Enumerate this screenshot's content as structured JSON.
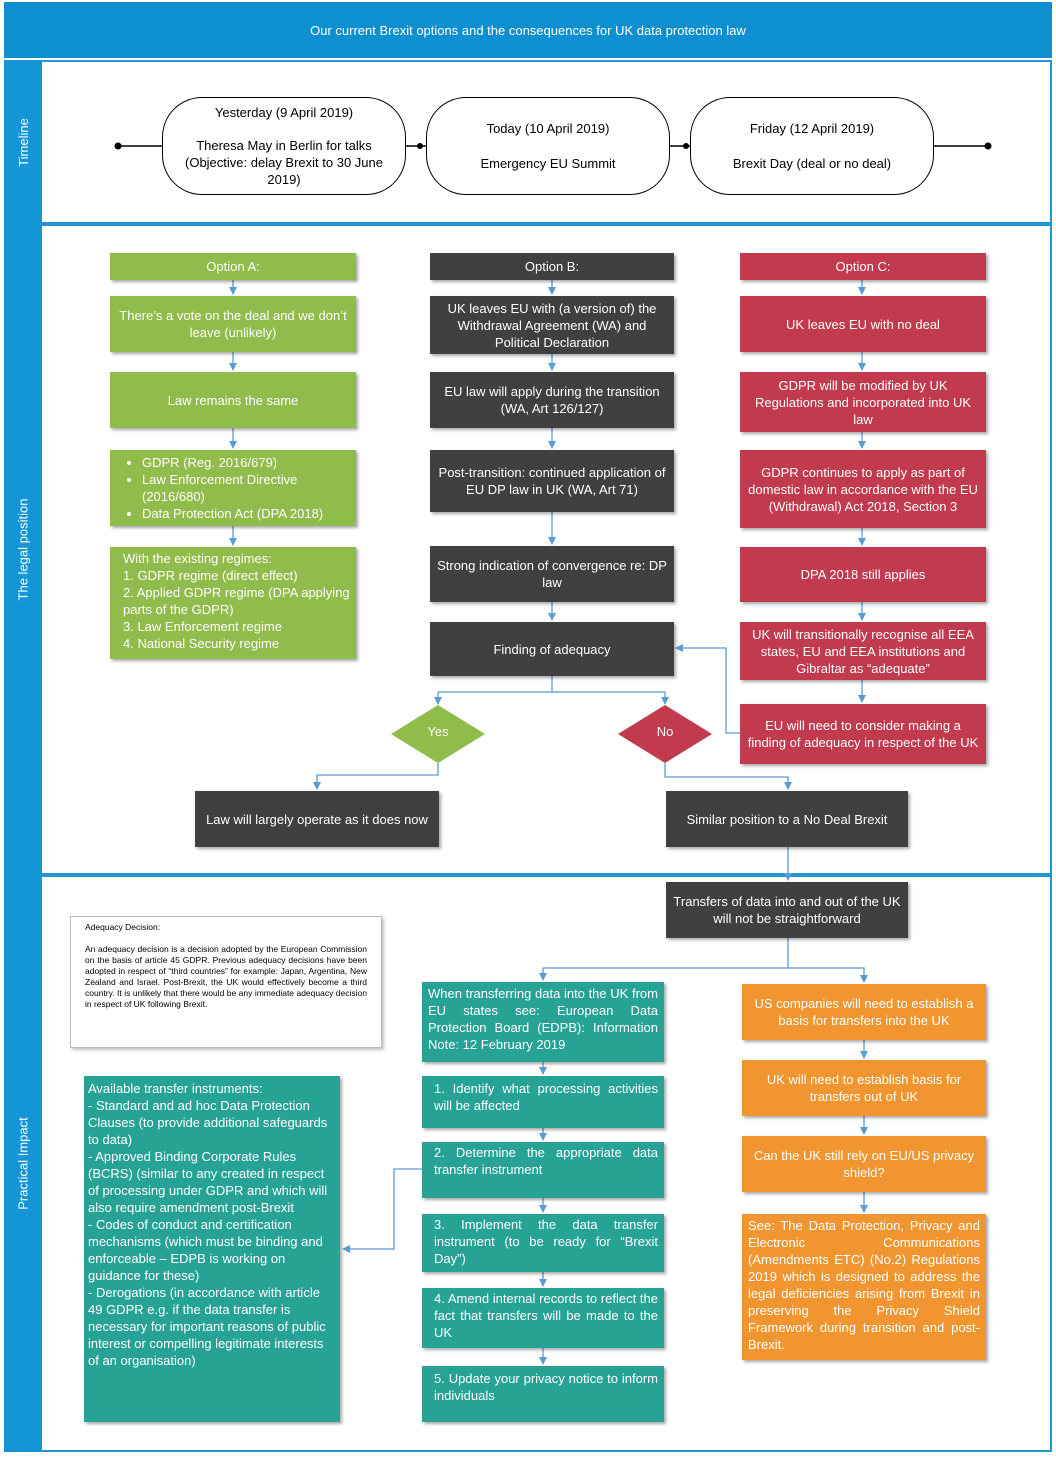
{
  "header": {
    "title": "Our current Brexit options and the consequences for UK data protection law"
  },
  "lanes": {
    "timeline": "Timeline",
    "legal": "The legal position",
    "practical": "Practical Impact"
  },
  "timeline": {
    "yesterday": {
      "line1": "Yesterday (9 April 2019)",
      "line2": "Theresa May in Berlin for talks (Objective: delay Brexit to 30 June 2019)"
    },
    "today": {
      "line1": "Today (10 April 2019)",
      "line2": "Emergency EU Summit"
    },
    "friday": {
      "line1": "Friday (12 April 2019)",
      "line2": "Brexit Day (deal or no deal)"
    }
  },
  "option_a": {
    "title": "Option A:",
    "vote": "There’s a vote on the deal and we don’t leave (unlikely)",
    "law_same": "Law remains the same",
    "laws": [
      "GDPR (Reg. 2016/679)",
      "Law Enforcement Directive (2016/680)",
      "Data  Protection Act (DPA 2018)"
    ],
    "regimes": [
      "With the existing regimes:",
      "1. GDPR regime (direct effect)",
      "2. Applied GDPR regime (DPA applying parts of the GDPR)",
      "3. Law Enforcement regime",
      "4. National Security regime"
    ]
  },
  "option_b": {
    "title": "Option B:",
    "leaves": "UK leaves EU with (a version of) the Withdrawal Agreement (WA) and Political  Declaration",
    "transition": "EU law will apply during the transition (WA, Art 126/127)",
    "post": "Post-transition: continued application of EU DP law in UK (WA, Art 71)",
    "convergence": "Strong indication of convergence re: DP law",
    "adequacy": "Finding of adequacy",
    "yes": "Yes",
    "no": "No",
    "yes_result": "Law will largely operate as it does now",
    "no_result": "Similar position to a No Deal Brexit"
  },
  "option_c": {
    "title": "Option C:",
    "no_deal": "UK leaves EU with no deal",
    "modified": "GDPR will be modified by UK Regulations and incorporated into UK law",
    "continues": "GDPR continues to apply as part of domestic law in accordance with the EU (Withdrawal) Act 2018, Section 3",
    "dpa": "DPA 2018 still applies",
    "recognise": "UK will transitionally recognise all EEA states, EU and EEA institutions and Gibraltar as “adequate”",
    "eu_consider": "EU will need to consider making a finding of adequacy in respect of the UK"
  },
  "practical": {
    "transfers": "Transfers of data into and out of the UK will not be straightforward",
    "note": {
      "title": "Adequacy Decision:",
      "body": "An adequacy decision is a decision adopted by the European Commission on the basis of article 45 GDPR.  Previous adequacy decisions have been adopted in respect of “third countries” for example: Japan, Argentina, New Zealand and Israel.  Post-Brexit, the UK would effectively become a third country.  It is unlikely that there would be any immediate adequacy decision in respect of UK following Brexit."
    },
    "instruments": [
      "Available transfer instruments:",
      "- Standard and ad hoc Data Protection Clauses (to provide additional safeguards to data)",
      "- Approved Binding Corporate Rules (BCRS) (similar to any created in respect of processing under GDPR and which will also require amendment post-Brexit",
      "- Codes of conduct and certification mechanisms (which must be binding and enforceable – EDPB is working on guidance for these)",
      "- Derogations (in accordance with article 49 GDPR e.g. if the data transfer is necessary for important reasons of public interest or compelling legitimate interests of an organisation)"
    ],
    "edpb": "When transferring data into the UK from EU states see: European Data Protection Board (EDPB): Information Note: 12 February 2019",
    "steps": [
      "1.  Identify  what  processing activities will be affected",
      "2. Determine the appropriate data transfer instrument",
      "3.  Implement  the  data  transfer instrument (to be ready for “Brexit Day”)",
      "4. Amend internal records to reflect the fact that transfers will be made to the UK",
      "5.  Update  your  privacy  notice  to inform individuals"
    ],
    "us_companies": "US companies will need to establish a basis for transfers into the UK",
    "uk_basis": "UK will need to establish basis for transfers out of UK",
    "privacy_shield": "Can the UK still rely on EU/US privacy shield?",
    "regulations": "See: The Data Protection, Privacy and Electronic Communications (Amendments ETC) (No.2) Regulations 2019 which is designed to address the legal deficiencies arising from Brexit in preserving the Privacy Shield Framework during transition and post-Brexit."
  },
  "colors": {
    "header": "#0e8fd0",
    "option_a": "#8fbc4b",
    "option_b": "#404040",
    "option_c": "#c23a4e",
    "teal": "#27a396",
    "orange": "#f0952f",
    "connector": "#5b9bd5"
  }
}
